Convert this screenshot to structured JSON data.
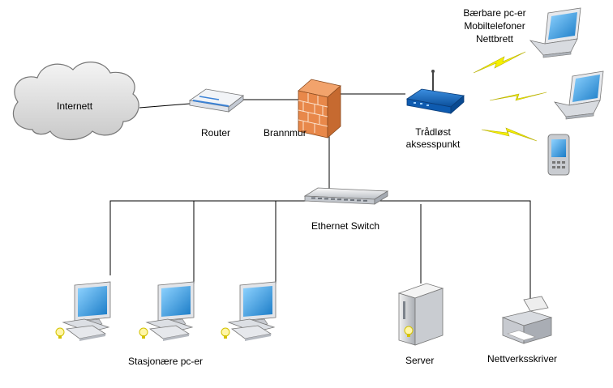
{
  "labels": {
    "internet": "Internett",
    "router": "Router",
    "firewall": "Brannmur",
    "access_point": [
      "Trådløst",
      "aksesspunkt"
    ],
    "wireless_devices": [
      "Bærbare pc-er",
      "Mobiltelefoner",
      "Nettbrett"
    ],
    "switch": "Ethernet Switch",
    "desktops": "Stasjonære pc-er",
    "server": "Server",
    "printer": "Nettverksskriver"
  },
  "colors": {
    "line": "#000000",
    "cloud_fill": "#d9d9d9",
    "firewall_brick": "#e8884a",
    "access_point": "#1a6fc4",
    "router": "#4a90d9",
    "lightning": "#f5f000",
    "screen": "#3aa8e8"
  }
}
